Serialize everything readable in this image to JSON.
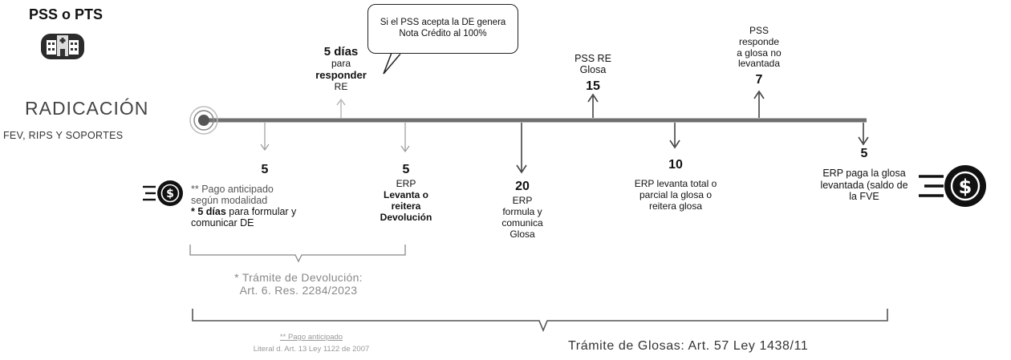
{
  "actor": {
    "title": "PSS o PTS",
    "icon": "hospital-building-icon"
  },
  "radicacion": {
    "title": "RADICACIÓN",
    "subtitle": "FEV, RIPS Y SOPORTES"
  },
  "bubble": {
    "text": "Si el PSS acepta la DE genera Nota Crédito al 100%"
  },
  "above": {
    "responder_days": "5 días",
    "responder_text_1": "para",
    "responder_text_2": "responder",
    "responder_text_3": "RE",
    "pss_re_text_1": "PSS RE",
    "pss_re_text_2": "Glosa",
    "pss_re_num": "15",
    "pss_resp_text_1": "PSS",
    "pss_resp_text_2": "responde",
    "pss_resp_text_3": "a glosa no",
    "pss_resp_text_4": "levantada",
    "pss_resp_num": "7"
  },
  "below": {
    "pago_num": "5",
    "pago_line1": "** Pago anticipado",
    "pago_line2": "según modalidad",
    "pago_line3_bold": "* 5 días",
    "pago_line3_rest": " para formular y",
    "pago_line4": "comunicar DE",
    "erp_dev_num": "5",
    "erp_dev_line1": "ERP",
    "erp_dev_line2": "Levanta o",
    "erp_dev_line3": "reitera",
    "erp_dev_line4": "Devolución",
    "formula_num": "20",
    "formula_line1": "ERP",
    "formula_line2": "formula y",
    "formula_line3": "comunica",
    "formula_line4": "Glosa",
    "levanta_num": "10",
    "levanta_line1": "ERP levanta total o",
    "levanta_line2": "parcial la glosa o",
    "levanta_line3": "reitera glosa",
    "paga_num": "5",
    "paga_line1": "ERP paga la glosa",
    "paga_line2": "levantada (saldo de",
    "paga_line3": "la FVE"
  },
  "devolucion": {
    "line1": "* Trámite de Devolución:",
    "line2": "Art. 6. Res. 2284/2023"
  },
  "glosas": {
    "title": "Trámite de Glosas: Art. 57 Ley 1438/11"
  },
  "pago_note": {
    "line1": "** Pago anticipado",
    "line2": "Literal d. Art. 13 Ley 1122 de 2007"
  },
  "colors": {
    "line": "#707070",
    "coin": "#111111"
  }
}
